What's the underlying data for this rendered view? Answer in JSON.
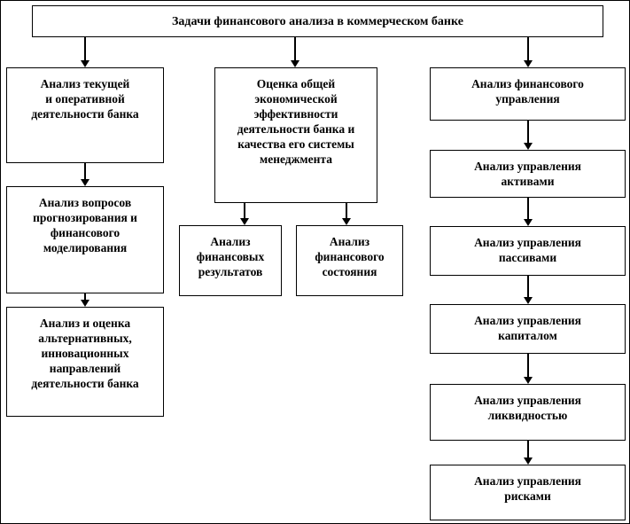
{
  "diagram": {
    "title": "Задачи финансового анализа  в коммерческом банке",
    "left_column": [
      {
        "label": "Анализ текущей\nи оперативной\nдеятельности банка"
      },
      {
        "label": "Анализ  вопросов\nпрогнозирования  и\nфинансового\nмоделирования"
      },
      {
        "label": "Анализ  и оценка\nальтернативных,\nинновационных\nнаправлений\nдеятельности банка"
      }
    ],
    "middle_column": {
      "head": "Оценка общей\nэкономической\nэффективности\nдеятельности банка и\nкачества его системы\nменеджмента",
      "children": [
        {
          "label": "Анализ\nфинансовых\nрезультатов"
        },
        {
          "label": "Анализ\nфинансового\nсостояния"
        }
      ]
    },
    "right_column": [
      {
        "label": "Анализ  финансового\nуправления"
      },
      {
        "label": "Анализ  управления\nактивами"
      },
      {
        "label": "Анализ  управления\nпассивами"
      },
      {
        "label": "Анализ  управления\nкапиталом"
      },
      {
        "label": "Анализ  управления\nликвидностью"
      },
      {
        "label": "Анализ  управления\nрисками"
      }
    ],
    "colors": {
      "border": "#000000",
      "background": "#ffffff",
      "text": "#000000"
    }
  }
}
